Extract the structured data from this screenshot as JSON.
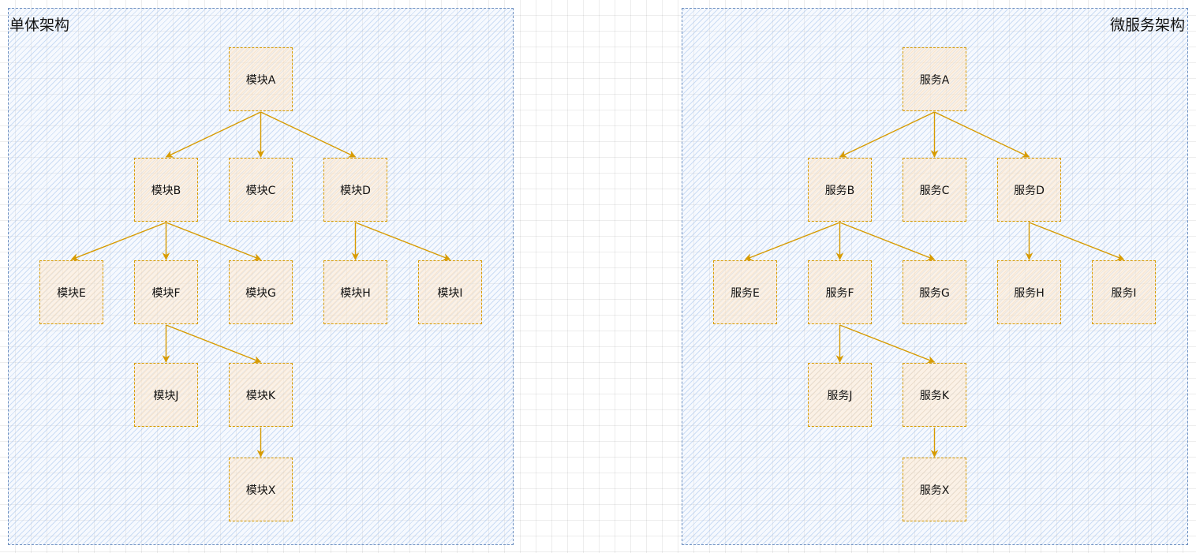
{
  "colors": {
    "panel_border": "#6c8ebf",
    "node_border": "#d79b00",
    "edge": "#d79b00"
  },
  "diagrams": [
    {
      "title": "单体架构",
      "nodes": [
        {
          "id": "A",
          "label": "模块A"
        },
        {
          "id": "B",
          "label": "模块B"
        },
        {
          "id": "C",
          "label": "模块C"
        },
        {
          "id": "D",
          "label": "模块D"
        },
        {
          "id": "E",
          "label": "模块E"
        },
        {
          "id": "F",
          "label": "模块F"
        },
        {
          "id": "G",
          "label": "模块G"
        },
        {
          "id": "H",
          "label": "模块H"
        },
        {
          "id": "I",
          "label": "模块I"
        },
        {
          "id": "J",
          "label": "模块J"
        },
        {
          "id": "K",
          "label": "模块K"
        },
        {
          "id": "X",
          "label": "模块X"
        }
      ],
      "edges": [
        [
          "A",
          "B"
        ],
        [
          "A",
          "C"
        ],
        [
          "A",
          "D"
        ],
        [
          "B",
          "E"
        ],
        [
          "B",
          "F"
        ],
        [
          "B",
          "G"
        ],
        [
          "D",
          "H"
        ],
        [
          "D",
          "I"
        ],
        [
          "F",
          "J"
        ],
        [
          "F",
          "K"
        ],
        [
          "K",
          "X"
        ]
      ]
    },
    {
      "title": "微服务架构",
      "nodes": [
        {
          "id": "A",
          "label": "服务A"
        },
        {
          "id": "B",
          "label": "服务B"
        },
        {
          "id": "C",
          "label": "服务C"
        },
        {
          "id": "D",
          "label": "服务D"
        },
        {
          "id": "E",
          "label": "服务E"
        },
        {
          "id": "F",
          "label": "服务F"
        },
        {
          "id": "G",
          "label": "服务G"
        },
        {
          "id": "H",
          "label": "服务H"
        },
        {
          "id": "I",
          "label": "服务I"
        },
        {
          "id": "J",
          "label": "服务J"
        },
        {
          "id": "K",
          "label": "服务K"
        },
        {
          "id": "X",
          "label": "服务X"
        }
      ],
      "edges": [
        [
          "A",
          "B"
        ],
        [
          "A",
          "C"
        ],
        [
          "A",
          "D"
        ],
        [
          "B",
          "E"
        ],
        [
          "B",
          "F"
        ],
        [
          "B",
          "G"
        ],
        [
          "D",
          "H"
        ],
        [
          "D",
          "I"
        ],
        [
          "F",
          "J"
        ],
        [
          "F",
          "K"
        ],
        [
          "K",
          "X"
        ]
      ]
    }
  ]
}
